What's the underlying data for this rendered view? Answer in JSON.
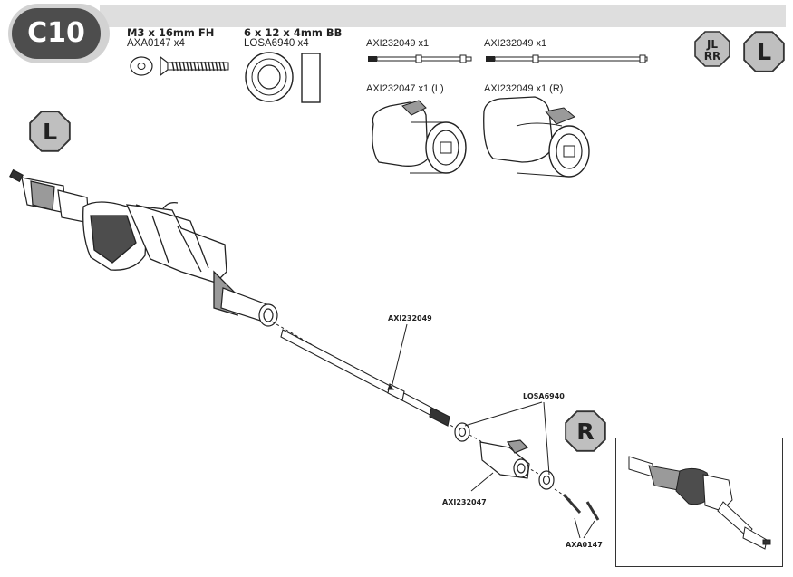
{
  "step": {
    "label": "C10"
  },
  "parts": {
    "screw": {
      "name": "M3 x 16mm FH",
      "number": "AXA0147 x4"
    },
    "bearing": {
      "name": "6 x 12 x 4mm BB",
      "number": "LOSA6940 x4"
    },
    "shaft_left": {
      "label": "AXI232049 x1"
    },
    "shaft_right": {
      "label": "AXI232049 x1"
    },
    "cup_left": {
      "label": "AXI232047 x1 (L)"
    },
    "cup_right": {
      "label": "AXI232049 x1 (R)"
    }
  },
  "side_badges": {
    "lr_icon_top": "JL",
    "lr_icon_bottom": "RR",
    "left_top": "L",
    "left_main": "L",
    "right": "R"
  },
  "callouts": {
    "shaft": "AXI232049",
    "bearing": "LOSA6940",
    "cup": "AXI232047",
    "screw": "AXA0147"
  },
  "colors": {
    "badge_dark": "#4d4d4d",
    "badge_light": "#d2d2d2",
    "header_bar": "#dedede",
    "octagon_fill": "#bfbfbf"
  }
}
